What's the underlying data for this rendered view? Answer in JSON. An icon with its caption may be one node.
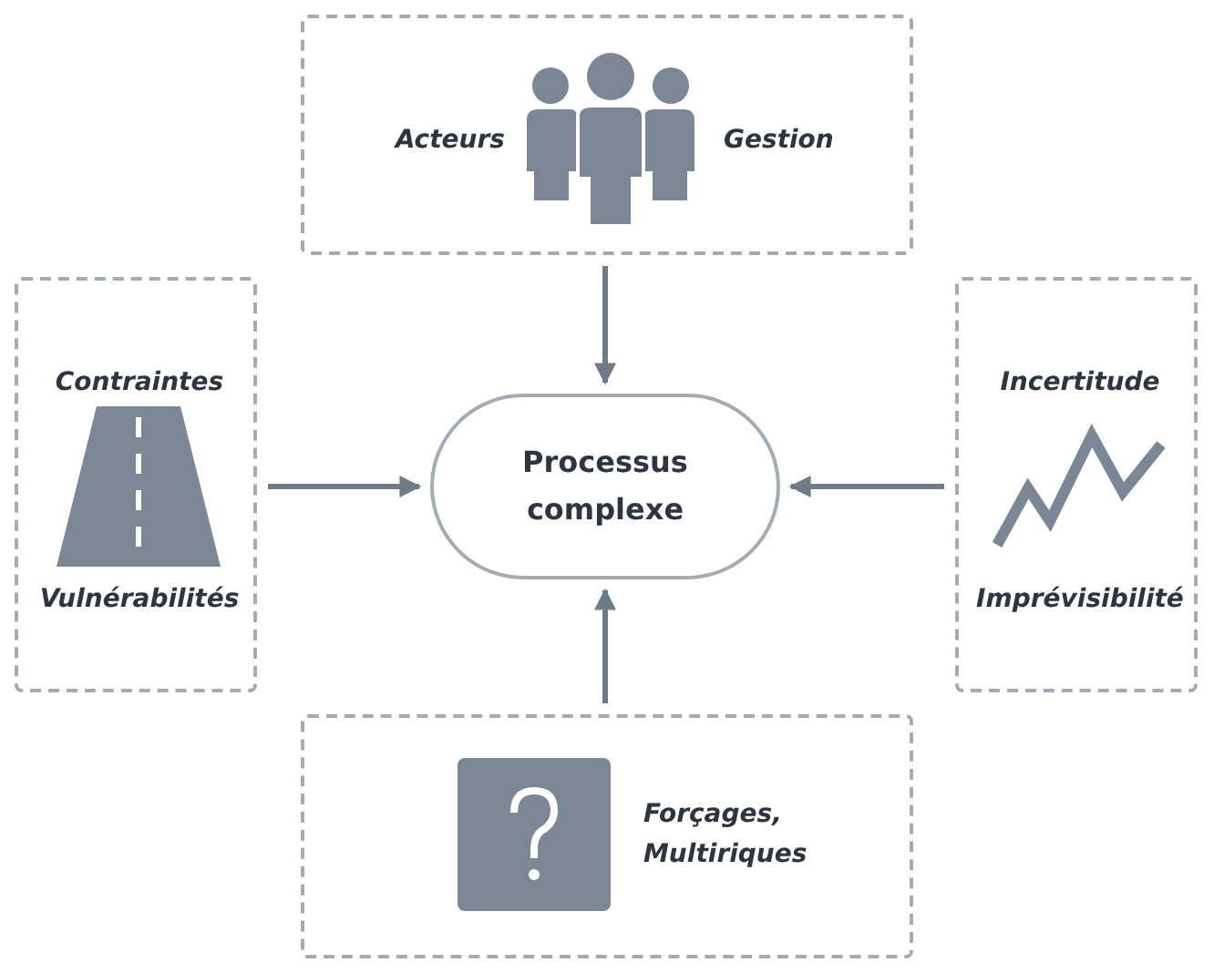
{
  "diagram": {
    "nodes": [
      {
        "text": [
          "Acteurs",
          "Gestion"
        ]
      },
      {
        "text": [
          "Contraintes",
          "Vulnérabilités"
        ]
      },
      {
        "text": [
          "Incertitude",
          "Imprévisibilité"
        ]
      },
      {
        "text": [
          "Forçages, Multiriques"
        ]
      },
      {
        "text": [
          "Processus complexe"
        ]
      }
    ],
    "edges": [
      {
        "from": 0,
        "to": 4,
        "arrow": "to"
      },
      {
        "from": 1,
        "to": 4,
        "arrow": "to"
      },
      {
        "from": 2,
        "to": 4,
        "arrow": "to"
      },
      {
        "from": 3,
        "to": 4,
        "arrow": "to"
      }
    ]
  }
}
